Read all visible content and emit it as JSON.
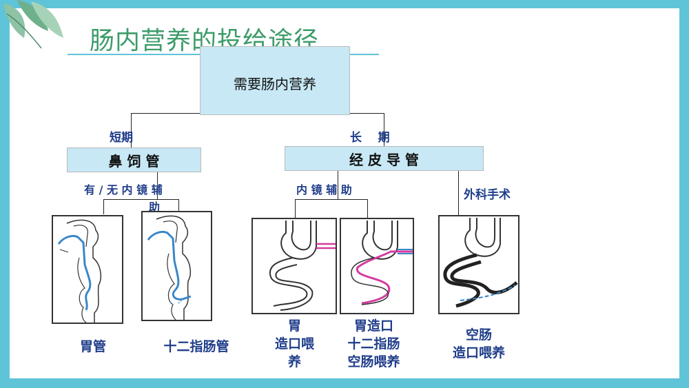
{
  "title": "肠内营养的投给途径",
  "root": "需要肠内营养",
  "short_term": {
    "label": "短期",
    "box": "鼻 饲 管",
    "sub_line1": "有 / 无 内 镜 辅",
    "sub_line2": "助",
    "items": [
      {
        "caption": "胃管"
      },
      {
        "caption": "十二指肠管"
      }
    ]
  },
  "long_term": {
    "label": "长    期",
    "box": "经 皮 导 管",
    "endoscopic": "内 镜 辅 助",
    "surgical": "外科手术",
    "items": [
      {
        "line1": "胃",
        "line2": "造口喂",
        "line3": "养"
      },
      {
        "line1": "胃造口",
        "line2": "十二指肠",
        "line3": "空肠喂养"
      },
      {
        "line1": "空肠",
        "line2": "造口喂养"
      }
    ]
  },
  "colors": {
    "background": "#5fc4d8",
    "title": "#3c9c6a",
    "box_fill": "#c7e8f4",
    "label": "#1f3d8a",
    "tube_blue": "#3a86c8",
    "tube_pink": "#d43a9e"
  }
}
